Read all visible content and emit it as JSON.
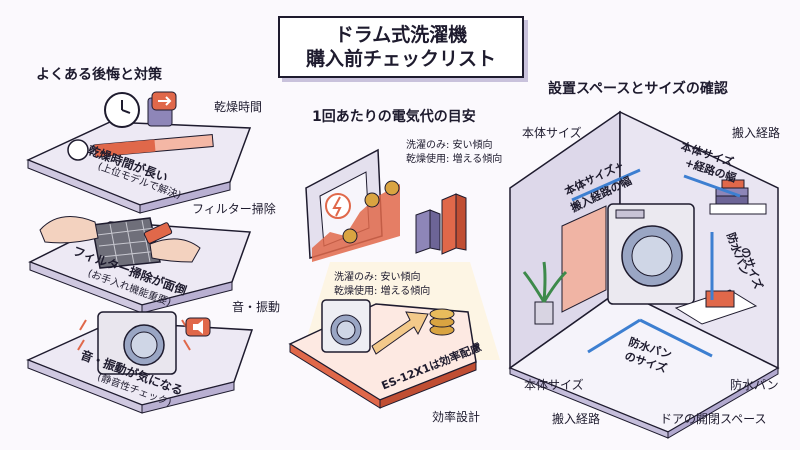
{
  "title": {
    "line1": "ドラム式洗濯機",
    "line2": "購入前チェックリスト"
  },
  "left": {
    "heading": "よくある後悔と対策",
    "items": [
      {
        "label": "乾燥時間",
        "main": "乾燥時間が長い",
        "sub": "(上位モデルで解決)"
      },
      {
        "label": "フィルター掃除",
        "main": "フィルター掃除が面倒",
        "sub": "(お手入れ機能重要)"
      },
      {
        "label": "音・振動",
        "main": "音・振動が気になる",
        "sub": "(静音性チェック)"
      }
    ]
  },
  "middle": {
    "heading": "1回あたりの電気代の目安",
    "note_top": [
      "洗濯のみ: 安い傾向",
      "乾燥使用: 増える傾向"
    ],
    "note_mid": [
      "洗濯のみ: 安い傾向",
      "乾燥使用: 増える傾向"
    ],
    "arrow_text": "ES-12X1は効率配慮",
    "footer": "効率設計"
  },
  "right": {
    "heading": "設置スペースとサイズの確認",
    "labels": {
      "body_size_top": "本体サイズ",
      "carry_route_top": "搬入経路",
      "body_plus_route": [
        "本体サイズ+",
        "搬入経路の幅"
      ],
      "body_plus_route_2": [
        "本体サイズ",
        "+経路の幅"
      ],
      "pan_size_side": [
        "防水パン",
        "のサイズ"
      ],
      "pan_size_floor": [
        "防水パン",
        "のサイズ"
      ],
      "body_size_bottom": "本体サイズ",
      "pan_bottom": "防水パン",
      "carry_route_bottom": "搬入経路",
      "door_space": "ドアの開閉スペース"
    }
  },
  "colors": {
    "accent": "#e0684a",
    "purple": "#8e86b8",
    "blue": "#3d7fd1",
    "gold": "#d9a441"
  }
}
